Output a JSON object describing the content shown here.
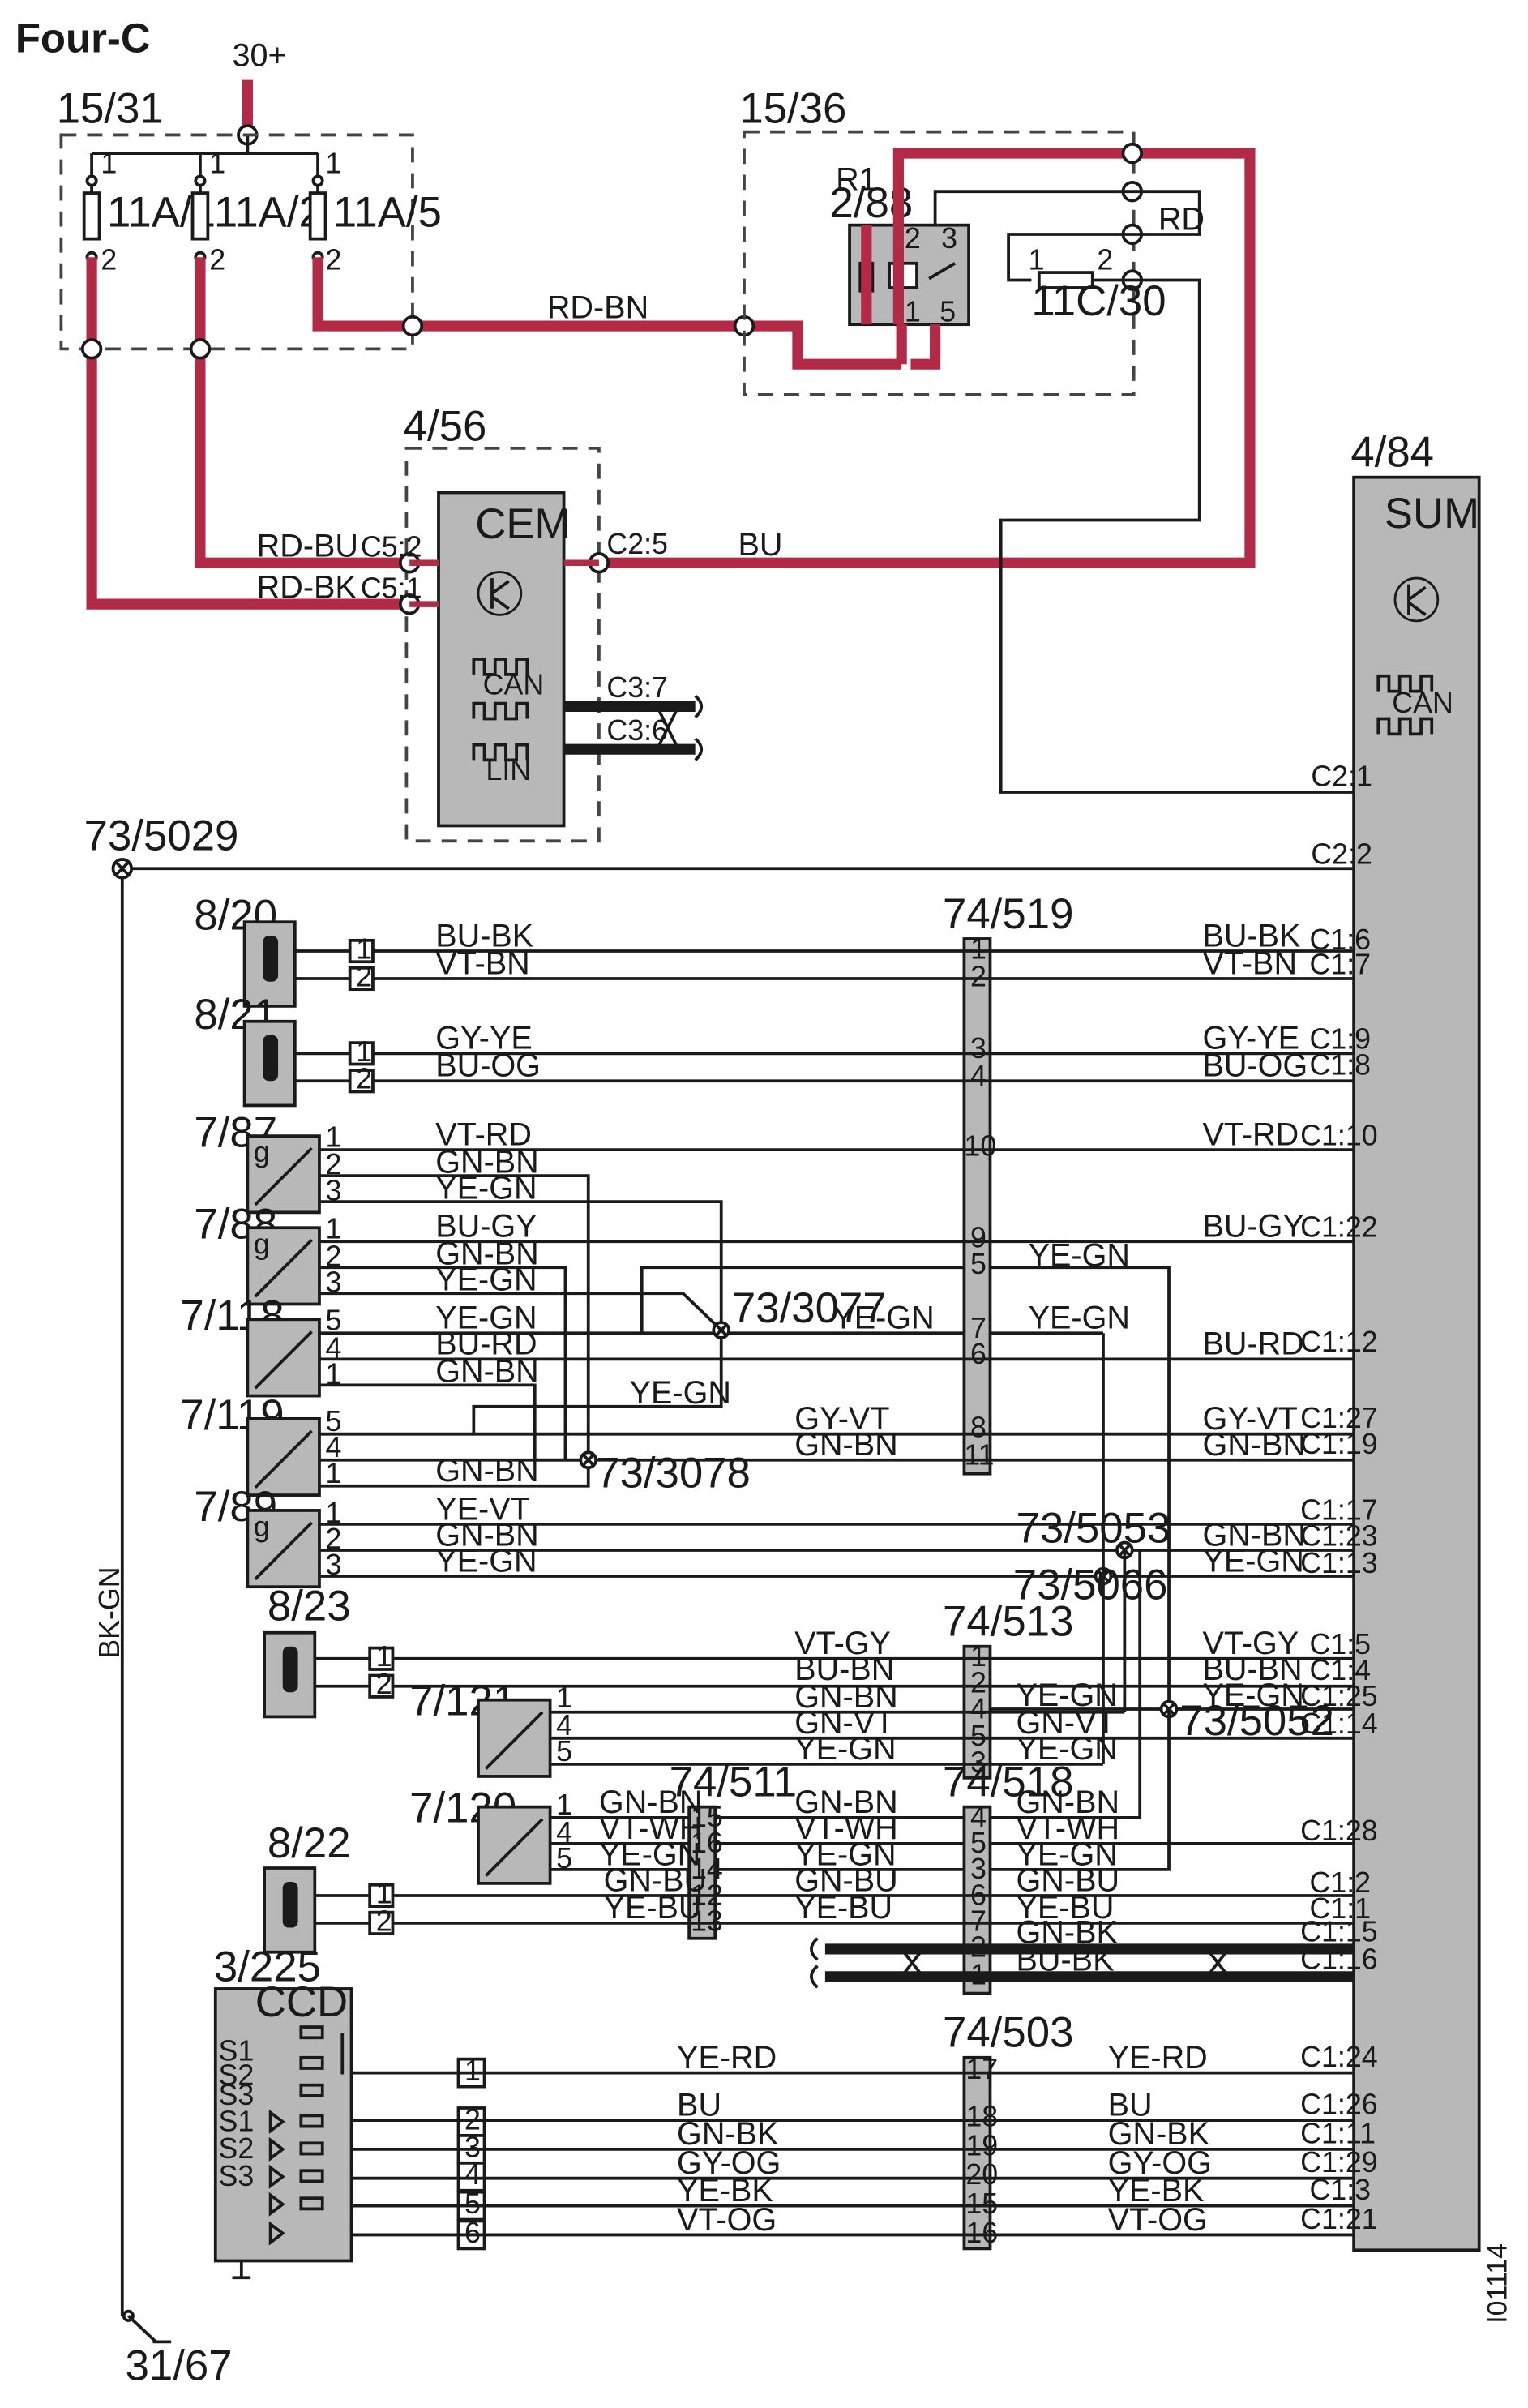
{
  "title": "Four-C",
  "diagram_id": "I01114",
  "supply": "30+",
  "ground": "31/67",
  "ground_wire": "BK-GN",
  "fusebox": {
    "ref": "15/31",
    "fuses": [
      "11A/1",
      "11A/2",
      "11A/5"
    ]
  },
  "relay_box": {
    "ref": "15/36",
    "relay_name": "R1",
    "relay_ref": "2/88",
    "fuse": "11C/30"
  },
  "cem": {
    "ref": "4/56",
    "name": "CEM",
    "can": "CAN",
    "lin": "LIN"
  },
  "sum": {
    "ref": "4/84",
    "name": "SUM",
    "can": "CAN"
  },
  "ccd": {
    "ref": "3/225",
    "name": "CCD"
  },
  "connectors": [
    "74/519",
    "74/513",
    "74/511",
    "74/518",
    "74/503"
  ],
  "splices": [
    "73/5029",
    "73/3077",
    "73/3078",
    "73/5053",
    "73/5066",
    "73/5052"
  ],
  "components": [
    "8/20",
    "8/21",
    "7/87",
    "7/88",
    "7/118",
    "7/119",
    "7/89",
    "8/23",
    "7/121",
    "7/120",
    "8/22"
  ],
  "power_wires": [
    "RD-BN",
    "RD-BU",
    "RD-BK",
    "BU",
    "RD"
  ],
  "cem_pins": [
    "C5:2",
    "C5:1",
    "C2:5",
    "C3:7",
    "C3:6"
  ],
  "sum_pins": [
    "C2:1",
    "C2:2",
    "C1:6",
    "C1:7",
    "C1:9",
    "C1:8",
    "C1:10",
    "C1:22",
    "C1:12",
    "C1:27",
    "C1:19",
    "C1:17",
    "C1:23",
    "C1:13",
    "C1:5",
    "C1:4",
    "C1:25",
    "C1:14",
    "C1:28",
    "C1:2",
    "C1:1",
    "C1:15",
    "C1:16",
    "C1:24",
    "C1:26",
    "C1:11",
    "C1:29",
    "C1:3",
    "C1:21"
  ],
  "ccd_switches": [
    "S1",
    "S2",
    "S3"
  ],
  "colors": {
    "power": "#b22a45",
    "line": "#1a1a1a",
    "module": "#b8b8b8"
  }
}
